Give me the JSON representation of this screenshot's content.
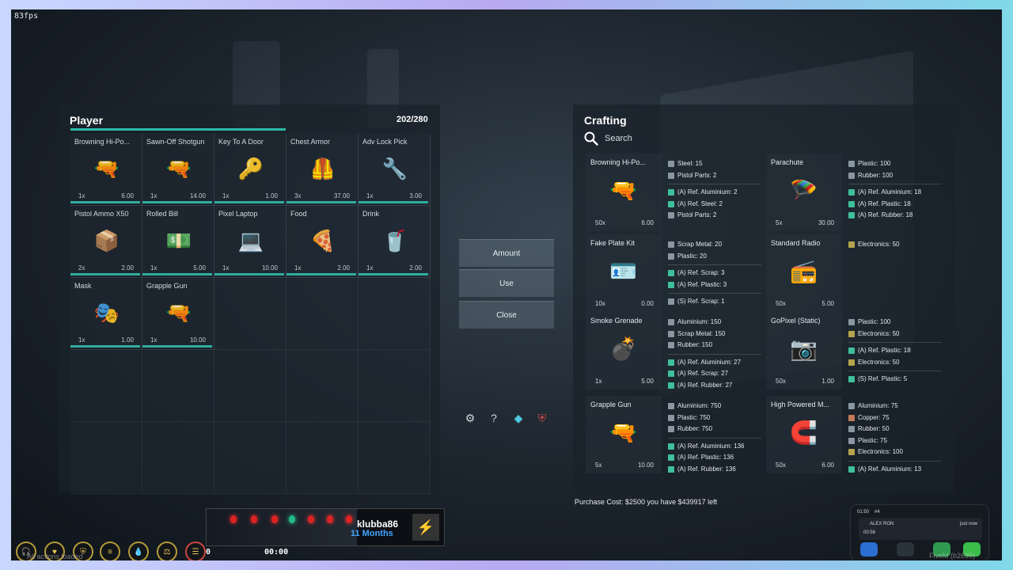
{
  "hud": {
    "fps": "83fps"
  },
  "player": {
    "title": "Player",
    "weight": "202/280",
    "items": [
      {
        "name": "Browning Hi-Po...",
        "count": "1x",
        "weight": "6.00",
        "icon": "🔫"
      },
      {
        "name": "Sawn-Off Shotgun",
        "count": "1x",
        "weight": "14.00",
        "icon": "🔫"
      },
      {
        "name": "Key To A Door",
        "count": "1x",
        "weight": "1.00",
        "icon": "🔑"
      },
      {
        "name": "Chest Armor",
        "count": "3x",
        "weight": "37.00",
        "icon": "🦺"
      },
      {
        "name": "Adv Lock Pick",
        "count": "1x",
        "weight": "3.00",
        "icon": "🔧"
      },
      {
        "name": "Pistol Ammo X50",
        "count": "2x",
        "weight": "2.00",
        "icon": "📦"
      },
      {
        "name": "Rolled Bill",
        "count": "1x",
        "weight": "5.00",
        "icon": "💵"
      },
      {
        "name": "Pixel Laptop",
        "count": "1x",
        "weight": "10.00",
        "icon": "💻"
      },
      {
        "name": "Food",
        "count": "1x",
        "weight": "2.00",
        "icon": "🍕"
      },
      {
        "name": "Drink",
        "count": "1x",
        "weight": "2.00",
        "icon": "🥤"
      },
      {
        "name": "Mask",
        "count": "1x",
        "weight": "1.00",
        "icon": "🎭"
      },
      {
        "name": "Grapple Gun",
        "count": "1x",
        "weight": "10.00",
        "icon": "🔫"
      }
    ]
  },
  "actions": {
    "amount": "Amount",
    "use": "Use",
    "close": "Close"
  },
  "crafting": {
    "title": "Crafting",
    "search_placeholder": "Search",
    "purchase": "Purchase Cost: $2500 you have $439917 left",
    "recipes": [
      {
        "name": "Browning Hi-Po...",
        "count": "50x",
        "weight": "6.00",
        "icon": "🔫",
        "req": [
          [
            "Steel: 15",
            "s"
          ],
          [
            "Pistol Parts: 2",
            "s"
          ]
        ],
        "alt": [
          [
            "(A) Ref. Aluminium: 2",
            "g"
          ],
          [
            "(A) Ref. Steel: 2",
            "g"
          ],
          [
            "Pistol Parts: 2",
            "s"
          ]
        ]
      },
      {
        "name": "Parachute",
        "count": "5x",
        "weight": "30.00",
        "icon": "🪂",
        "req": [
          [
            "Plastic: 100",
            "s"
          ],
          [
            "Rubber: 100",
            "s"
          ]
        ],
        "alt": [
          [
            "(A) Ref. Aluminium: 18",
            "g"
          ],
          [
            "(A) Ref. Plastic: 18",
            "g"
          ],
          [
            "(A) Ref. Rubber: 18",
            "g"
          ]
        ]
      },
      {
        "name": "Fake Plate Kit",
        "count": "10x",
        "weight": "0.00",
        "icon": "🪪",
        "req": [
          [
            "Scrap Metal: 20",
            "s"
          ],
          [
            "Plastic: 20",
            "s"
          ]
        ],
        "alt": [
          [
            "(A) Ref. Scrap: 3",
            "g"
          ],
          [
            "(A) Ref. Plastic: 3",
            "g"
          ]
        ],
        "alt2": [
          [
            "(S) Ref. Scrap: 1",
            "s"
          ]
        ]
      },
      {
        "name": "Standard Radio",
        "count": "50x",
        "weight": "5.00",
        "icon": "📻",
        "req": [
          [
            "Electronics: 50",
            "y"
          ]
        ],
        "alt": []
      },
      {
        "name": "Smoke Grenade",
        "count": "1x",
        "weight": "5.00",
        "icon": "💣",
        "req": [
          [
            "Aluminium: 150",
            "s"
          ],
          [
            "Scrap Metal: 150",
            "s"
          ],
          [
            "Rubber: 150",
            "s"
          ]
        ],
        "alt": [
          [
            "(A) Ref. Aluminium: 27",
            "g"
          ],
          [
            "(A) Ref. Scrap: 27",
            "g"
          ],
          [
            "(A) Ref. Rubber: 27",
            "g"
          ]
        ]
      },
      {
        "name": "GoPixel (Static)",
        "count": "50x",
        "weight": "1.00",
        "icon": "📷",
        "req": [
          [
            "Plastic: 100",
            "s"
          ],
          [
            "Electronics: 50",
            "y"
          ]
        ],
        "alt": [
          [
            "(A) Ref. Plastic: 18",
            "g"
          ],
          [
            "Electronics: 50",
            "y"
          ]
        ],
        "alt2": [
          [
            "(S) Ref. Plastic: 5",
            "g"
          ]
        ]
      },
      {
        "name": "Grapple Gun",
        "count": "5x",
        "weight": "10.00",
        "icon": "🔫",
        "req": [
          [
            "Aluminium: 750",
            "s"
          ],
          [
            "Plastic: 750",
            "s"
          ],
          [
            "Rubber: 750",
            "s"
          ]
        ],
        "alt": [
          [
            "(A) Ref. Aluminium: 136",
            "g"
          ],
          [
            "(A) Ref. Plastic: 136",
            "g"
          ],
          [
            "(A) Ref. Rubber: 136",
            "g"
          ]
        ]
      },
      {
        "name": "High Powered M...",
        "count": "50x",
        "weight": "6.00",
        "icon": "🧲",
        "req": [
          [
            "Aluminium: 75",
            "s"
          ],
          [
            "Copper: 75",
            "o"
          ],
          [
            "Rubber: 50",
            "s"
          ],
          [
            "Plastic: 75",
            "s"
          ],
          [
            "Electronics: 100",
            "y"
          ]
        ],
        "alt": [
          [
            "(A) Ref. Aluminium: 13",
            "g"
          ]
        ]
      }
    ]
  },
  "stream": {
    "user": "klubba86",
    "months": "11 Months",
    "time_left": "0",
    "time": "00:00"
  },
  "phone": {
    "time": "01:50",
    "number": "#4",
    "contact": "ALEX RON",
    "status": "just now",
    "duration": "00:56"
  },
  "footer": {
    "notice": "All actions loaded",
    "fivem": "FiveM (b2699)"
  }
}
